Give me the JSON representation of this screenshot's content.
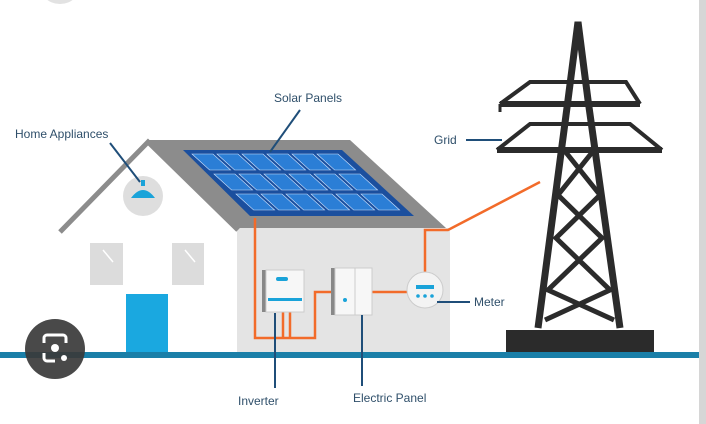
{
  "title": "Grid-tied solar home system",
  "labels": {
    "solar_panels": "Solar Panels",
    "home_appliances": "Home Appliances",
    "grid": "Grid",
    "meter": "Meter",
    "inverter": "Inverter",
    "electric_panel": "Electric Panel"
  },
  "overlay": {
    "icon": "lens-camera-icon"
  },
  "colors": {
    "roof": "#8c8c8c",
    "panel": "#1b4f9e",
    "cell": "#2b7ed6",
    "wire": "#f26b2a",
    "ground": "#1a7fa8",
    "door": "#1aa8e0",
    "tower": "#2b2b2b",
    "leader": "#1f4e79"
  }
}
